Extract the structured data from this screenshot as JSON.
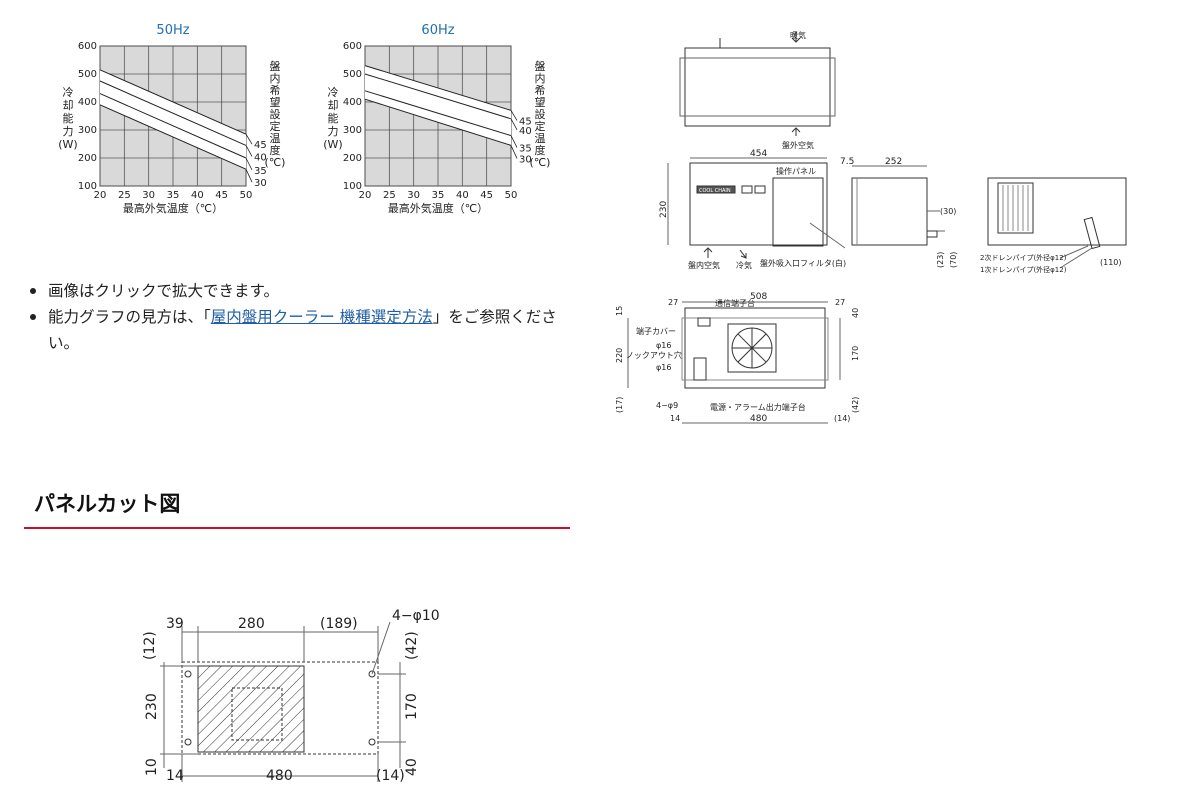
{
  "chart_data": [
    {
      "type": "line",
      "title": "50Hz",
      "xlabel": "最高外気温度（℃）",
      "ylabel": "冷却能力（W）",
      "right_label": "盤内希望設定温度（℃）",
      "xlim": [
        20,
        50
      ],
      "ylim": [
        100,
        600
      ],
      "x_ticks": [
        "20",
        "25",
        "30",
        "35",
        "40",
        "45",
        "50"
      ],
      "y_ticks": [
        "600",
        "500",
        "400",
        "300",
        "200",
        "100"
      ],
      "grid": true,
      "series": [
        {
          "name": "45",
          "x": [
            20,
            50
          ],
          "y": [
            515,
            285
          ]
        },
        {
          "name": "40",
          "x": [
            20,
            50
          ],
          "y": [
            475,
            245
          ]
        },
        {
          "name": "35",
          "x": [
            20,
            50
          ],
          "y": [
            430,
            200
          ]
        },
        {
          "name": "30",
          "x": [
            20,
            50
          ],
          "y": [
            390,
            160
          ]
        }
      ]
    },
    {
      "type": "line",
      "title": "60Hz",
      "xlabel": "最高外気温度（℃）",
      "ylabel": "冷却能力（W）",
      "right_label": "盤内希望設定温度（℃）",
      "xlim": [
        20,
        50
      ],
      "ylim": [
        100,
        600
      ],
      "x_ticks": [
        "20",
        "25",
        "30",
        "35",
        "40",
        "45",
        "50"
      ],
      "y_ticks": [
        "600",
        "500",
        "400",
        "300",
        "200",
        "100"
      ],
      "grid": true,
      "series": [
        {
          "name": "45",
          "x": [
            20,
            50
          ],
          "y": [
            530,
            370
          ]
        },
        {
          "name": "40",
          "x": [
            20,
            50
          ],
          "y": [
            500,
            340
          ]
        },
        {
          "name": "35",
          "x": [
            20,
            50
          ],
          "y": [
            440,
            280
          ]
        },
        {
          "name": "30",
          "x": [
            20,
            50
          ],
          "y": [
            410,
            245
          ]
        }
      ]
    }
  ],
  "bullets": {
    "item1": "画像はクリックで拡大できます。",
    "item2_pre": "能力グラフの見方は、「",
    "item2_link": "屋内盤用クーラー 機種選定方法",
    "item2_post": "」をご参照ください。"
  },
  "section": {
    "title": "パネルカット図"
  },
  "ext_drawing": {
    "exhaust": "暖気",
    "outside_air_top": "盤外空気",
    "d454": "454",
    "op_panel": "操作パネル",
    "brand": "COOL CHAIN",
    "d230": "230",
    "inside_air": "盤内空気",
    "cool_air": "冷気",
    "filter": "盤外吸入口フィルタ(白)",
    "d7_5": "7.5",
    "d252": "252",
    "d30": "(30)",
    "d23": "(23)",
    "d70": "(70)",
    "drain2": "2次ドレンパイプ(外径φ12)",
    "drain1": "1次ドレンパイプ(外径φ12)",
    "d110": "(110)",
    "d508": "508",
    "d27a": "27",
    "d27b": "27",
    "comm_terminal": "通信端子台",
    "d15": "15",
    "terminal_cover": "端子カバー",
    "phi16a": "φ16",
    "knockout": "ノックアウト穴",
    "phi16b": "φ16",
    "d220": "220",
    "d40": "40",
    "d170": "170",
    "d4phi9": "4−φ9",
    "power_terminal": "電源・アラーム出力端子台",
    "d17": "(17)",
    "d42": "(42)",
    "d14": "14",
    "d480": "480",
    "d14b": "(14)"
  },
  "panel_cut": {
    "d39": "39",
    "d280": "280",
    "d189": "(189)",
    "holes": "4−φ10",
    "d12": "(12)",
    "d42": "(42)",
    "d230": "230",
    "d170": "170",
    "d10": "10",
    "d14": "14",
    "d480": "480",
    "d14b": "(14)",
    "d40": "40"
  }
}
